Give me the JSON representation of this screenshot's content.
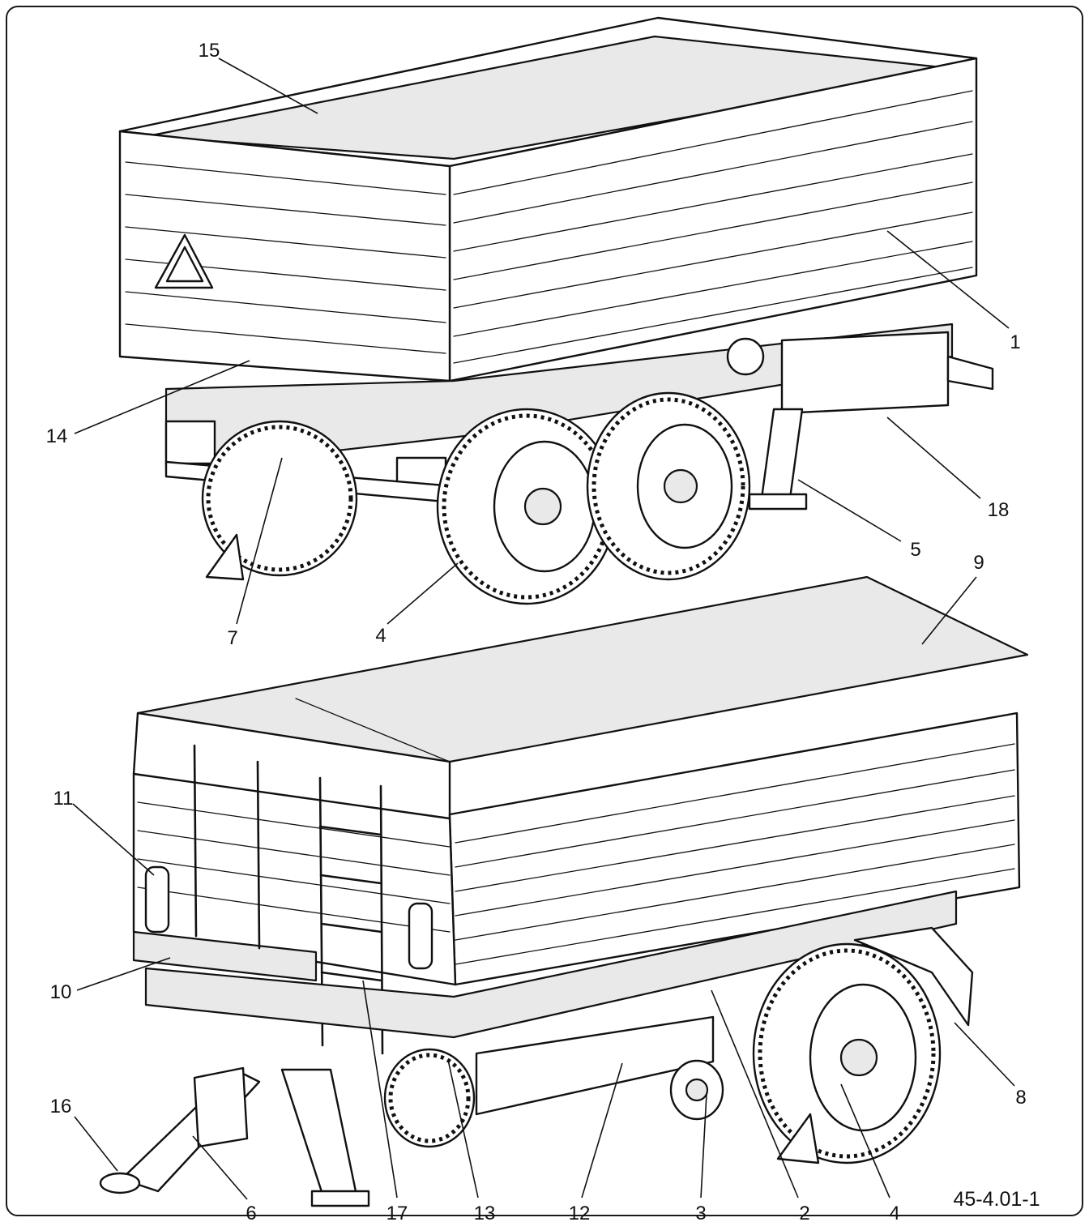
{
  "figure_id": "45-4.01-1",
  "callouts": [
    "1",
    "2",
    "3",
    "4",
    "5",
    "6",
    "7",
    "8",
    "9",
    "10",
    "11",
    "12",
    "13",
    "14",
    "15",
    "16",
    "17",
    "18"
  ],
  "views": [
    {
      "name": "top-view",
      "callouts": [
        {
          "id": "c15",
          "label": "15"
        },
        {
          "id": "c1",
          "label": "1"
        },
        {
          "id": "c14",
          "label": "14"
        },
        {
          "id": "c18",
          "label": "18"
        },
        {
          "id": "c5",
          "label": "5"
        },
        {
          "id": "c7",
          "label": "7"
        },
        {
          "id": "c4a",
          "label": "4"
        }
      ]
    },
    {
      "name": "bottom-view",
      "callouts": [
        {
          "id": "c9",
          "label": "9"
        },
        {
          "id": "c11",
          "label": "11"
        },
        {
          "id": "c10",
          "label": "10"
        },
        {
          "id": "c8",
          "label": "8"
        },
        {
          "id": "c16",
          "label": "16"
        },
        {
          "id": "c6",
          "label": "6"
        },
        {
          "id": "c17",
          "label": "17"
        },
        {
          "id": "c13",
          "label": "13"
        },
        {
          "id": "c12",
          "label": "12"
        },
        {
          "id": "c3",
          "label": "3"
        },
        {
          "id": "c2",
          "label": "2"
        },
        {
          "id": "c4b",
          "label": "4"
        }
      ]
    }
  ]
}
